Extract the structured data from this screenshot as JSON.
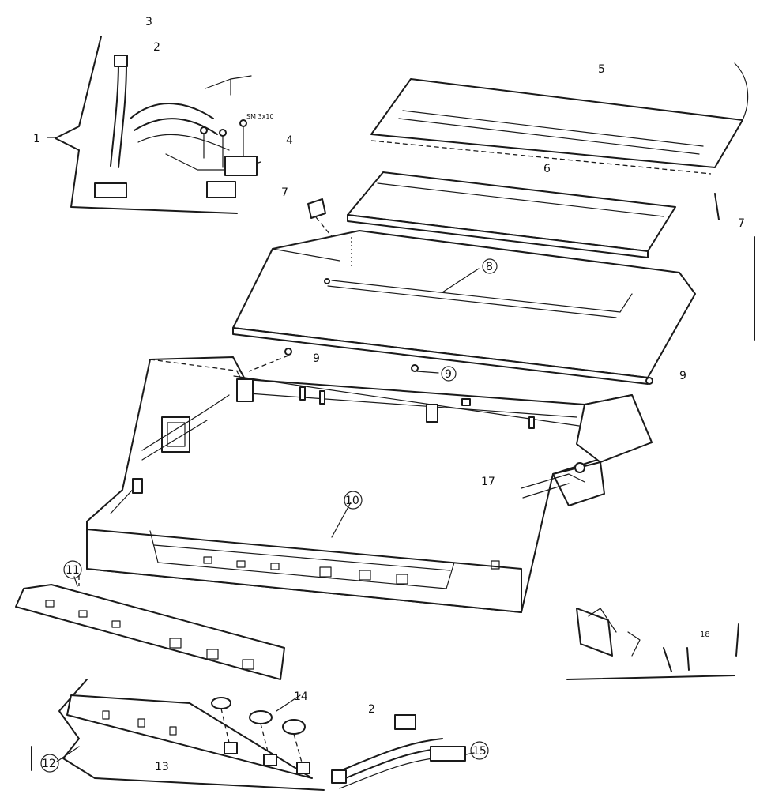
{
  "callouts": {
    "c1": "1",
    "c2a": "2",
    "c2b": "2",
    "c3": "3",
    "c4": "4",
    "c5": "5",
    "c6": "6",
    "c7a": "7",
    "c7b": "7",
    "c8": "8",
    "c9a": "9",
    "c9b": "9",
    "c9c": "9",
    "c10": "10",
    "c11": "11",
    "c12": "12",
    "c13": "13",
    "c14": "14",
    "c15": "15",
    "c17": "17",
    "c18": "18"
  },
  "screw_label": "SM 3x10"
}
